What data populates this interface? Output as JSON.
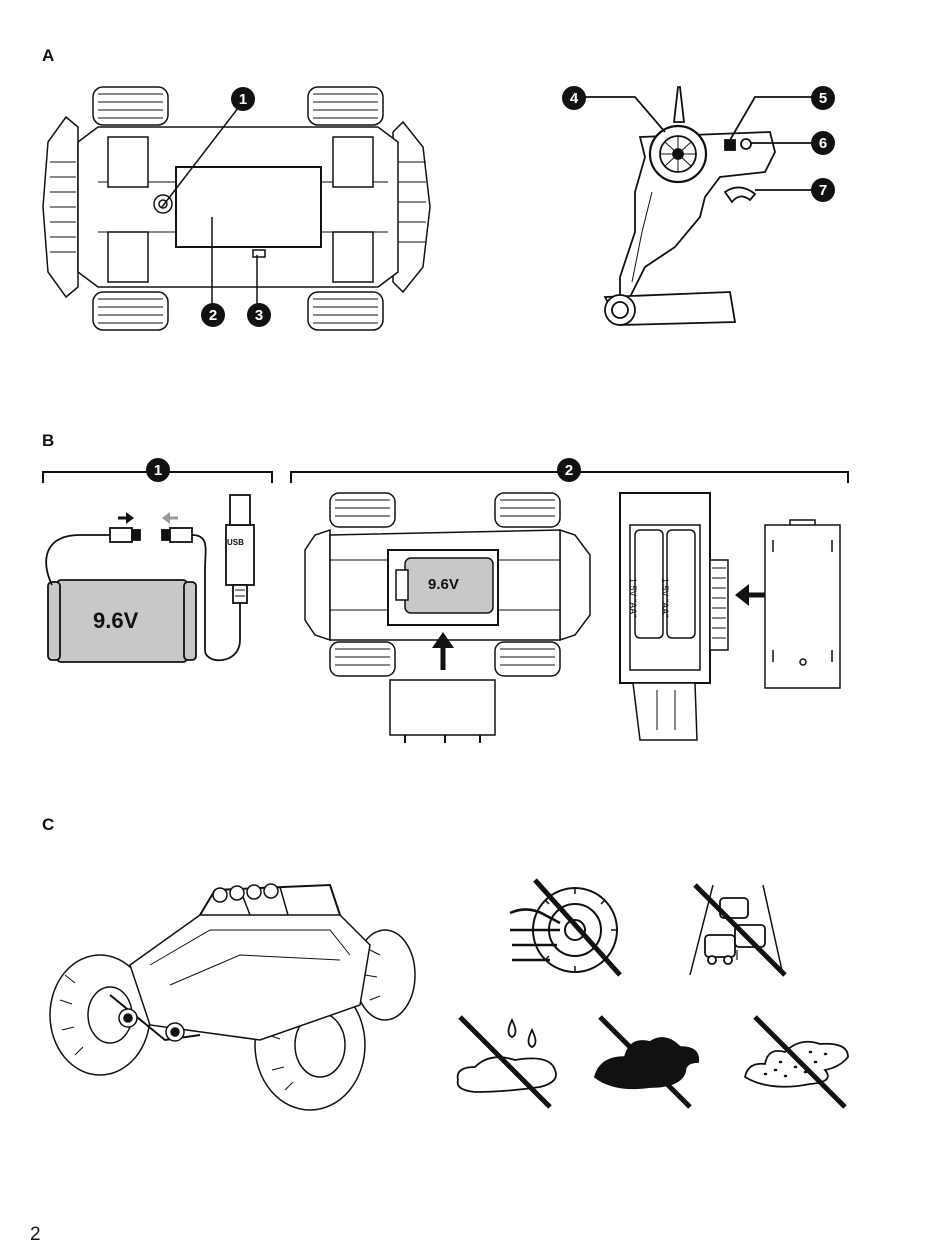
{
  "sections": {
    "a": "A",
    "b": "B",
    "c": "C"
  },
  "section_a": {
    "car_callouts": [
      "1",
      "2",
      "3"
    ],
    "remote_callouts": [
      "4",
      "5",
      "6",
      "7"
    ]
  },
  "section_b": {
    "step_callouts": [
      "1",
      "2"
    ],
    "battery_label": "9.6V",
    "installed_battery_label": "9.6V",
    "usb_label": "USB",
    "aa_battery_labels": [
      "1.5V \"AA\"",
      "1.5V \"AA\""
    ]
  },
  "section_c": {
    "warning_icons": [
      "no-fingers-in-wheels",
      "no-traffic-roads",
      "no-water",
      "no-oil",
      "no-sand"
    ]
  },
  "page_number": "2"
}
